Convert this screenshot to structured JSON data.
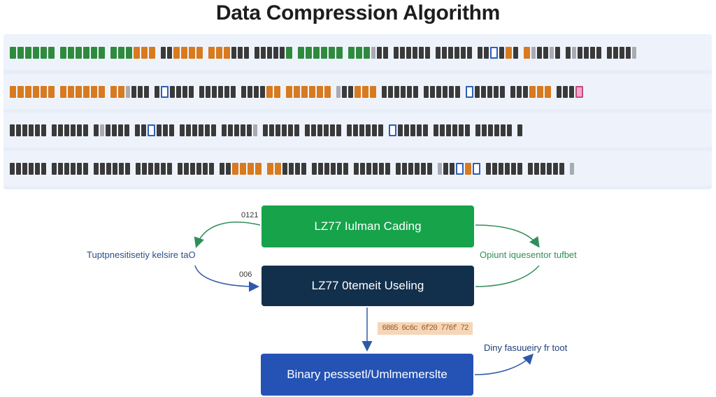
{
  "title": "Data Compression Algorithm",
  "colors": {
    "literal_green": "#2e8b3e",
    "literal_orange": "#d87a1f",
    "match_blue": "#2c5fb8",
    "highlight_pink": "#f9a6c9",
    "node_green": "#16a34a",
    "node_navy": "#12304c",
    "node_blue": "#2452b5"
  },
  "legend_icons": {
    "literal": "token-block",
    "match": "outlined-token"
  },
  "streams": [
    {
      "pattern": "gggggggggggggggoookkoooooookkkkkkkkgggggggggglkkkkkkkkkkkkkkkkbkokolkklkklkkkkkkkkl"
    },
    {
      "pattern": "oooooooooooooolkkkkbkkkkkkkkkkkkkkoooooooolkkoookkkkkkkkkkkkbkkkkkkkkoookkkp"
    },
    {
      "pattern": "kkkkkkkkkkkkklkkkkkkbkkkkkkkkkkkkkklkkkkkkkkkkkkkkkkkkbkkkkkkkkkkkkkkkkkk"
    },
    {
      "pattern": "kkkkkkkkkkkkkkkkkkkkkkkkkkkkkkkkooooookkkkkkkkkkkkkkkkkkkkkklkkbobkkkkkkkkkkkkl"
    }
  ],
  "diagram": {
    "node_huffman": "LZ77 Iulman Cading",
    "node_lz77": "LZ77 0temeit Useling",
    "node_binary": "Binary pesssetl/Umlmemerslte",
    "left_label": "Tuptpnesitisetiy kelsire taO",
    "right_label": "Opiunt iquesentor tufbet",
    "bottom_right_label": "Diny fasuueiry fr toot",
    "top_left_small": "0121",
    "mid_left_small": "006",
    "bytes_strip": "6865 6c6c 6f20 776f 72"
  }
}
